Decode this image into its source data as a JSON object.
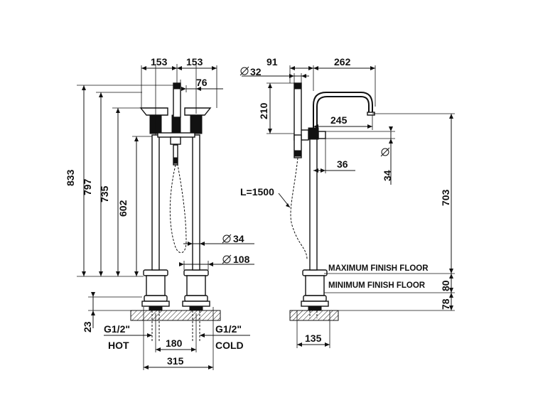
{
  "front_view": {
    "dims": {
      "w153_left": "153",
      "w153_right": "153",
      "w76": "76",
      "h833": "833",
      "h797": "797",
      "h735": "735",
      "h602": "602",
      "d34": "34",
      "d108": "108",
      "h23": "23",
      "w180": "180",
      "w315": "315"
    },
    "labels": {
      "hot_thread": "G1/2\"",
      "cold_thread": "G1/2\"",
      "hot": "HOT",
      "cold": "COLD"
    }
  },
  "side_view": {
    "dims": {
      "w91": "91",
      "w262": "262",
      "d32": "32",
      "h210": "210",
      "w245": "245",
      "w36": "36",
      "d34": "34",
      "hose": "L=1500",
      "h703": "703",
      "h80": "80",
      "h78": "78",
      "w135": "135"
    },
    "labels": {
      "max_floor": "MAXIMUM FINISH FLOOR",
      "min_floor": "MINIMUM FINISH FLOOR"
    }
  }
}
